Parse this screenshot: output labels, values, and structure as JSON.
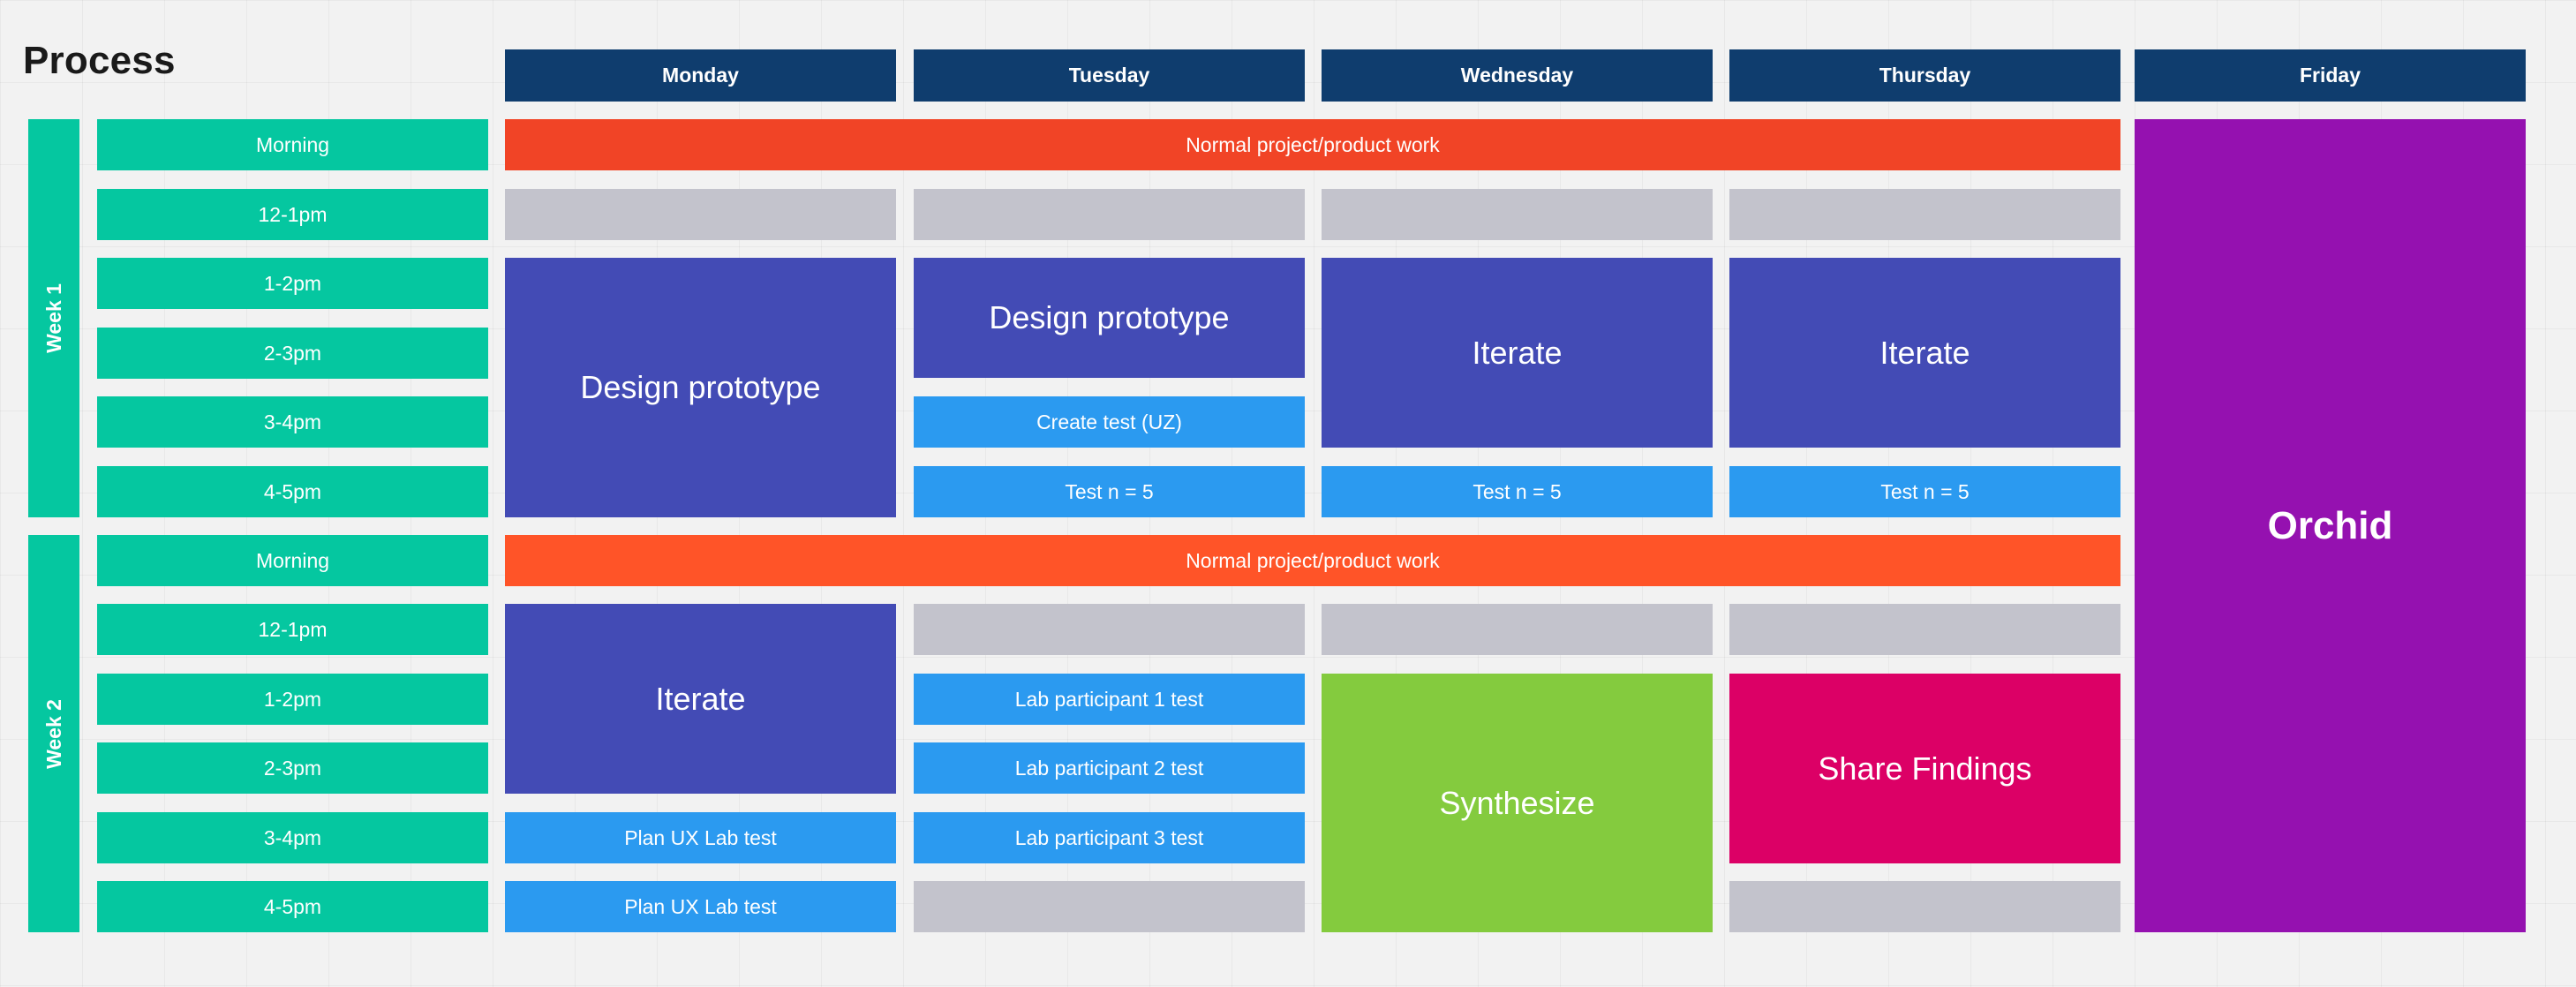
{
  "title": "Process",
  "days": [
    "Monday",
    "Tuesday",
    "Wednesday",
    "Thursday",
    "Friday"
  ],
  "weeks": [
    "Week 1",
    "Week 2"
  ],
  "time_slots": [
    "Morning",
    "12-1pm",
    "1-2pm",
    "2-3pm",
    "3-4pm",
    "4-5pm"
  ],
  "activities": {
    "normal_work": "Normal project/product work",
    "design_prototype": "Design prototype",
    "iterate": "Iterate",
    "create_test": "Create test (UZ)",
    "test_n5": "Test n = 5",
    "lab_participant_1": "Lab participant 1 test",
    "lab_participant_2": "Lab participant 2 test",
    "lab_participant_3": "Lab participant 3 test",
    "plan_ux_lab": "Plan UX Lab test",
    "synthesize": "Synthesize",
    "share_findings": "Share Findings",
    "orchid": "Orchid"
  },
  "colors": {
    "header": "#0f3d6e",
    "time_slot": "#05c7a0",
    "normal_work_week1": "#f14426",
    "normal_work_week2": "#ff5428",
    "empty": "#c3c3cc",
    "prototype_iterate": "#434bb5",
    "testing": "#2b9af0",
    "synthesize": "#84cb3e",
    "share_findings": "#dc0066",
    "orchid": "#9511b0"
  }
}
